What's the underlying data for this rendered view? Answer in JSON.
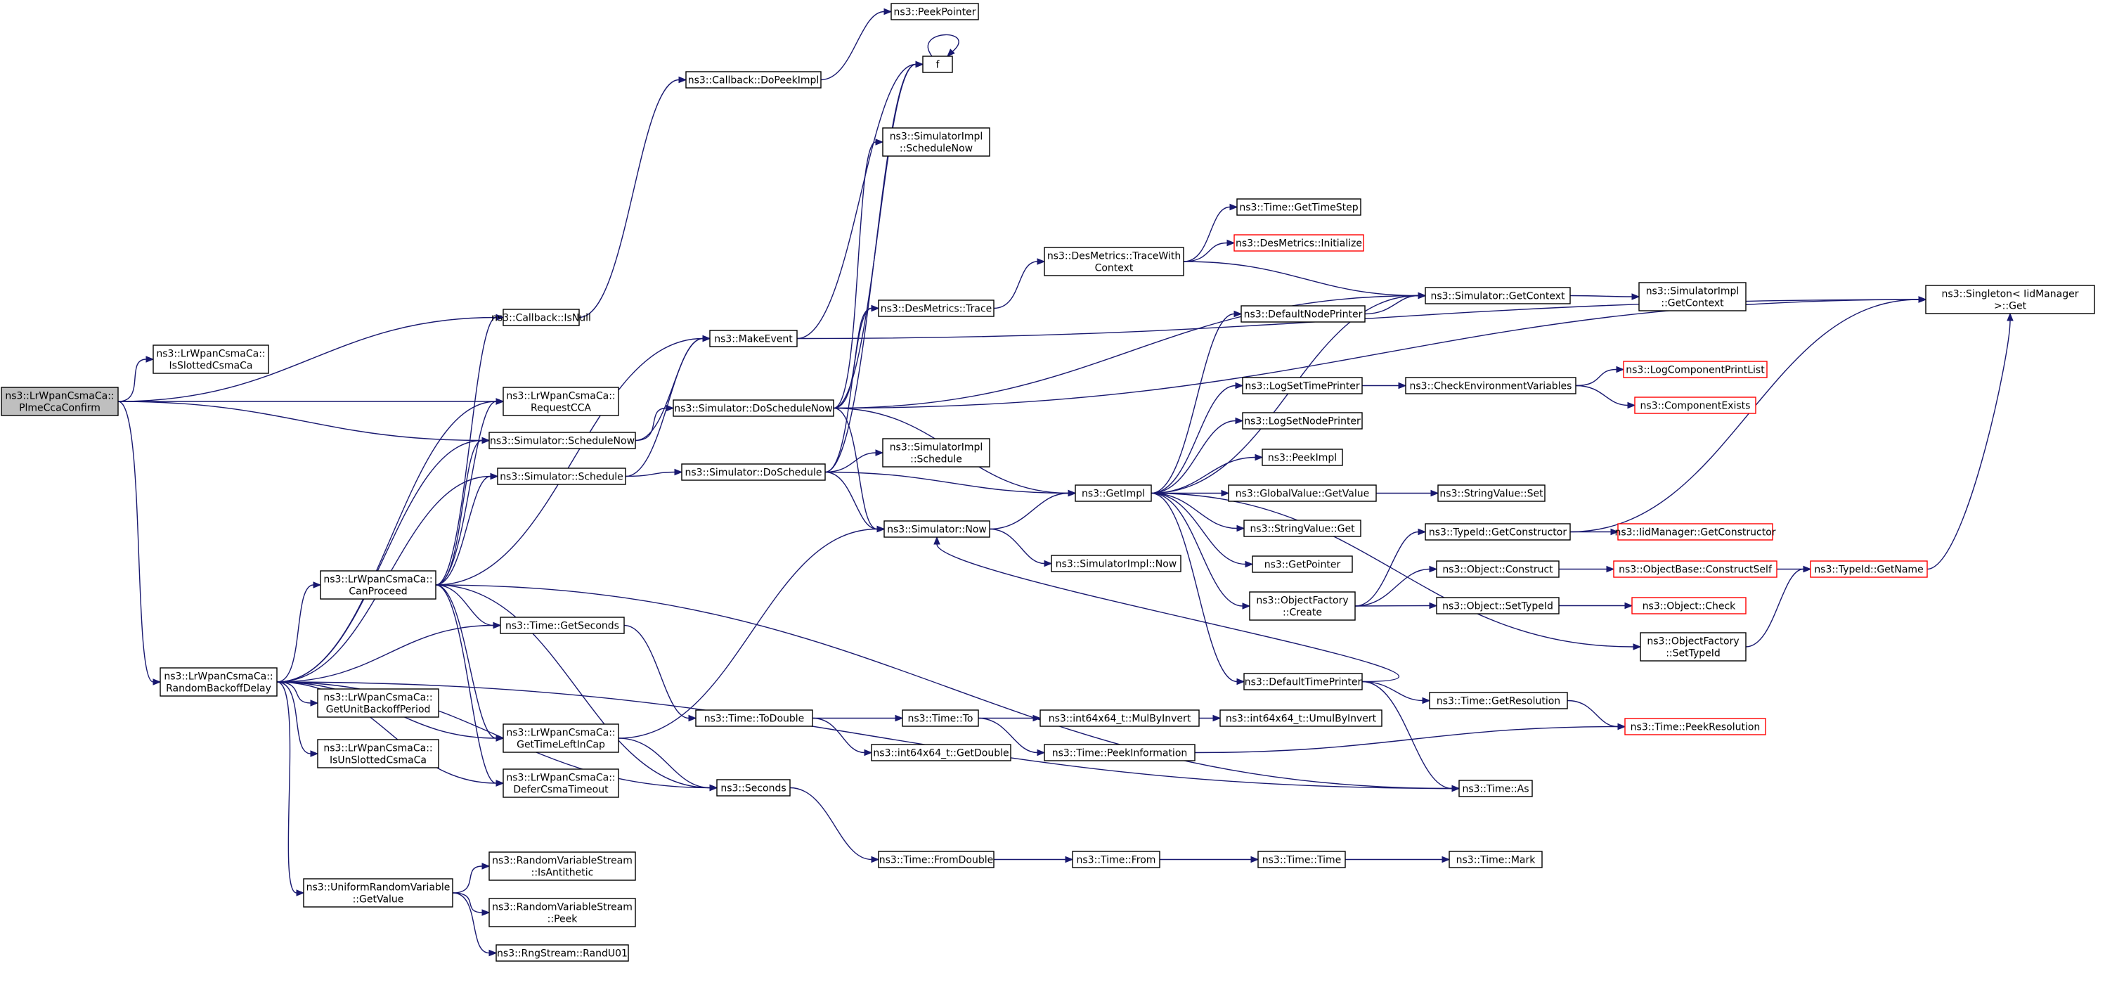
{
  "diagram": {
    "type": "call-graph",
    "colors": {
      "edge": "#191970",
      "root_fill": "#bfbfbf",
      "node_border": "#000000",
      "truncated_border": "#ff0000"
    },
    "nodes": {
      "root": {
        "lines": [
          "ns3::LrWpanCsmaCa::",
          "PlmeCcaConfirm"
        ],
        "style": "root"
      },
      "isNull": {
        "lines": [
          "ns3::Callback::IsNull"
        ],
        "style": "normal"
      },
      "isSlotted": {
        "lines": [
          "ns3::LrWpanCsmaCa::",
          "IsSlottedCsmaCa"
        ],
        "style": "normal"
      },
      "requestCCA": {
        "lines": [
          "ns3::LrWpanCsmaCa::",
          "RequestCCA"
        ],
        "style": "normal"
      },
      "scheduleNow": {
        "lines": [
          "ns3::Simulator::ScheduleNow"
        ],
        "style": "normal"
      },
      "randomBackoff": {
        "lines": [
          "ns3::LrWpanCsmaCa::",
          "RandomBackoffDelay"
        ],
        "style": "normal"
      },
      "makeEvent": {
        "lines": [
          "ns3::MakeEvent"
        ],
        "style": "normal"
      },
      "schedule": {
        "lines": [
          "ns3::Simulator::Schedule"
        ],
        "style": "normal"
      },
      "canProceed": {
        "lines": [
          "ns3::LrWpanCsmaCa::",
          "CanProceed"
        ],
        "style": "normal"
      },
      "timeGetSeconds": {
        "lines": [
          "ns3::Time::GetSeconds"
        ],
        "style": "normal"
      },
      "getUnitBackoff": {
        "lines": [
          "ns3::LrWpanCsmaCa::",
          "GetUnitBackoffPeriod"
        ],
        "style": "normal"
      },
      "getTimeLeft": {
        "lines": [
          "ns3::LrWpanCsmaCa::",
          "GetTimeLeftInCap"
        ],
        "style": "normal"
      },
      "isUnSlotted": {
        "lines": [
          "ns3::LrWpanCsmaCa::",
          "IsUnSlottedCsmaCa"
        ],
        "style": "normal"
      },
      "deferCsma": {
        "lines": [
          "ns3::LrWpanCsmaCa::",
          "DeferCsmaTimeout"
        ],
        "style": "normal"
      },
      "seconds": {
        "lines": [
          "ns3::Seconds"
        ],
        "style": "normal"
      },
      "uniformGetValue": {
        "lines": [
          "ns3::UniformRandomVariable",
          "::GetValue"
        ],
        "style": "normal"
      },
      "isAntithetic": {
        "lines": [
          "ns3::RandomVariableStream",
          "::IsAntithetic"
        ],
        "style": "normal"
      },
      "rvsPeek": {
        "lines": [
          "ns3::RandomVariableStream",
          "::Peek"
        ],
        "style": "normal"
      },
      "randU01": {
        "lines": [
          "ns3::RngStream::RandU01"
        ],
        "style": "normal"
      },
      "peekPointer": {
        "lines": [
          "ns3::PeekPointer"
        ],
        "style": "normal"
      },
      "doPeekImpl": {
        "lines": [
          "ns3::Callback::DoPeekImpl"
        ],
        "style": "normal"
      },
      "f": {
        "lines": [
          "f"
        ],
        "style": "normal"
      },
      "simImplScheduleNow": {
        "lines": [
          "ns3::SimulatorImpl",
          "::ScheduleNow"
        ],
        "style": "normal"
      },
      "desTrace": {
        "lines": [
          "ns3::DesMetrics::Trace"
        ],
        "style": "normal"
      },
      "doScheduleNow": {
        "lines": [
          "ns3::Simulator::DoScheduleNow"
        ],
        "style": "normal"
      },
      "simImplSchedule": {
        "lines": [
          "ns3::SimulatorImpl",
          "::Schedule"
        ],
        "style": "normal"
      },
      "doSchedule": {
        "lines": [
          "ns3::Simulator::DoSchedule"
        ],
        "style": "normal"
      },
      "simNow": {
        "lines": [
          "ns3::Simulator::Now"
        ],
        "style": "normal"
      },
      "toDouble": {
        "lines": [
          "ns3::Time::ToDouble"
        ],
        "style": "normal"
      },
      "fromDouble": {
        "lines": [
          "ns3::Time::FromDouble"
        ],
        "style": "normal"
      },
      "timeTo": {
        "lines": [
          "ns3::Time::To"
        ],
        "style": "normal"
      },
      "int64GetDouble": {
        "lines": [
          "ns3::int64x64_t::GetDouble"
        ],
        "style": "normal"
      },
      "simImplNow": {
        "lines": [
          "ns3::SimulatorImpl::Now"
        ],
        "style": "normal"
      },
      "getImpl": {
        "lines": [
          "ns3::GetImpl"
        ],
        "style": "normal"
      },
      "traceWithContext": {
        "lines": [
          "ns3::DesMetrics::TraceWith",
          "Context"
        ],
        "style": "normal"
      },
      "getTimeStep": {
        "lines": [
          "ns3::Time::GetTimeStep"
        ],
        "style": "normal"
      },
      "desInitialize": {
        "lines": [
          "ns3::DesMetrics::Initialize"
        ],
        "style": "truncated"
      },
      "getContext": {
        "lines": [
          "ns3::Simulator::GetContext"
        ],
        "style": "normal"
      },
      "simImplGetContext": {
        "lines": [
          "ns3::SimulatorImpl",
          "::GetContext"
        ],
        "style": "normal"
      },
      "defaultNodePrinter": {
        "lines": [
          "ns3::DefaultNodePrinter"
        ],
        "style": "normal"
      },
      "logSetTimePrinter": {
        "lines": [
          "ns3::LogSetTimePrinter"
        ],
        "style": "normal"
      },
      "checkEnv": {
        "lines": [
          "ns3::CheckEnvironmentVariables"
        ],
        "style": "normal"
      },
      "logComponentPrintList": {
        "lines": [
          "ns3::LogComponentPrintList"
        ],
        "style": "truncated"
      },
      "componentExists": {
        "lines": [
          "ns3::ComponentExists"
        ],
        "style": "truncated"
      },
      "logSetNodePrinter": {
        "lines": [
          "ns3::LogSetNodePrinter"
        ],
        "style": "normal"
      },
      "peekImpl": {
        "lines": [
          "ns3::PeekImpl"
        ],
        "style": "normal"
      },
      "globalGetValue": {
        "lines": [
          "ns3::GlobalValue::GetValue"
        ],
        "style": "normal"
      },
      "stringValueSet": {
        "lines": [
          "ns3::StringValue::Set"
        ],
        "style": "normal"
      },
      "stringValueGet": {
        "lines": [
          "ns3::StringValue::Get"
        ],
        "style": "normal"
      },
      "getPointer": {
        "lines": [
          "ns3::GetPointer"
        ],
        "style": "normal"
      },
      "objectFactoryCreate": {
        "lines": [
          "ns3::ObjectFactory",
          "::Create"
        ],
        "style": "normal"
      },
      "typeIdGetConstructor": {
        "lines": [
          "ns3::TypeId::GetConstructor"
        ],
        "style": "normal"
      },
      "iidManagerGetConstructor": {
        "lines": [
          "ns3::IidManager::GetConstructor"
        ],
        "style": "truncated"
      },
      "objectConstruct": {
        "lines": [
          "ns3::Object::Construct"
        ],
        "style": "normal"
      },
      "constructSelf": {
        "lines": [
          "ns3::ObjectBase::ConstructSelf"
        ],
        "style": "truncated"
      },
      "typeIdGetName": {
        "lines": [
          "ns3::TypeId::GetName"
        ],
        "style": "truncated"
      },
      "objectSetTypeId": {
        "lines": [
          "ns3::Object::SetTypeId"
        ],
        "style": "normal"
      },
      "objectCheck": {
        "lines": [
          "ns3::Object::Check"
        ],
        "style": "truncated"
      },
      "objectFactorySetTypeId": {
        "lines": [
          "ns3::ObjectFactory",
          "::SetTypeId"
        ],
        "style": "normal"
      },
      "defaultTimePrinter": {
        "lines": [
          "ns3::DefaultTimePrinter"
        ],
        "style": "normal"
      },
      "getResolution": {
        "lines": [
          "ns3::Time::GetResolution"
        ],
        "style": "normal"
      },
      "peekResolution": {
        "lines": [
          "ns3::Time::PeekResolution"
        ],
        "style": "truncated"
      },
      "mulByInvert": {
        "lines": [
          "ns3::int64x64_t::MulByInvert"
        ],
        "style": "normal"
      },
      "umulByInvert": {
        "lines": [
          "ns3::int64x64_t::UmulByInvert"
        ],
        "style": "normal"
      },
      "peekInformation": {
        "lines": [
          "ns3::Time::PeekInformation"
        ],
        "style": "normal"
      },
      "timeAs": {
        "lines": [
          "ns3::Time::As"
        ],
        "style": "normal"
      },
      "timeFrom": {
        "lines": [
          "ns3::Time::From"
        ],
        "style": "normal"
      },
      "timeTime": {
        "lines": [
          "ns3::Time::Time"
        ],
        "style": "normal"
      },
      "timeMark": {
        "lines": [
          "ns3::Time::Mark"
        ],
        "style": "normal"
      },
      "singletonGet": {
        "lines": [
          "ns3::Singleton< IidManager",
          " >::Get"
        ],
        "style": "normal"
      }
    },
    "edges": [
      [
        "root",
        "isNull"
      ],
      [
        "root",
        "isSlotted"
      ],
      [
        "root",
        "requestCCA"
      ],
      [
        "root",
        "scheduleNow"
      ],
      [
        "root",
        "randomBackoff"
      ],
      [
        "isNull",
        "doPeekImpl"
      ],
      [
        "doPeekImpl",
        "peekPointer"
      ],
      [
        "scheduleNow",
        "makeEvent"
      ],
      [
        "scheduleNow",
        "doScheduleNow"
      ],
      [
        "schedule",
        "makeEvent"
      ],
      [
        "schedule",
        "doSchedule"
      ],
      [
        "makeEvent",
        "f"
      ],
      [
        "f",
        "f"
      ],
      [
        "randomBackoff",
        "canProceed"
      ],
      [
        "randomBackoff",
        "requestCCA"
      ],
      [
        "randomBackoff",
        "scheduleNow"
      ],
      [
        "randomBackoff",
        "schedule"
      ],
      [
        "randomBackoff",
        "timeGetSeconds"
      ],
      [
        "randomBackoff",
        "getUnitBackoff"
      ],
      [
        "randomBackoff",
        "getTimeLeft"
      ],
      [
        "randomBackoff",
        "isUnSlotted"
      ],
      [
        "randomBackoff",
        "deferCsma"
      ],
      [
        "randomBackoff",
        "seconds"
      ],
      [
        "randomBackoff",
        "uniformGetValue"
      ],
      [
        "randomBackoff",
        "timeAs"
      ],
      [
        "canProceed",
        "isNull"
      ],
      [
        "canProceed",
        "makeEvent"
      ],
      [
        "canProceed",
        "requestCCA"
      ],
      [
        "canProceed",
        "scheduleNow"
      ],
      [
        "canProceed",
        "schedule"
      ],
      [
        "canProceed",
        "timeGetSeconds"
      ],
      [
        "canProceed",
        "getTimeLeft"
      ],
      [
        "canProceed",
        "deferCsma"
      ],
      [
        "canProceed",
        "seconds"
      ],
      [
        "canProceed",
        "timeAs"
      ],
      [
        "getTimeLeft",
        "simNow"
      ],
      [
        "getTimeLeft",
        "seconds"
      ],
      [
        "uniformGetValue",
        "isAntithetic"
      ],
      [
        "uniformGetValue",
        "rvsPeek"
      ],
      [
        "uniformGetValue",
        "randU01"
      ],
      [
        "timeGetSeconds",
        "toDouble"
      ],
      [
        "seconds",
        "fromDouble"
      ],
      [
        "doScheduleNow",
        "f"
      ],
      [
        "doScheduleNow",
        "simImplScheduleNow"
      ],
      [
        "doScheduleNow",
        "desTrace"
      ],
      [
        "doScheduleNow",
        "getContext"
      ],
      [
        "doScheduleNow",
        "singletonGet"
      ],
      [
        "doScheduleNow",
        "getImpl"
      ],
      [
        "doScheduleNow",
        "simNow"
      ],
      [
        "doSchedule",
        "f"
      ],
      [
        "doSchedule",
        "desTrace"
      ],
      [
        "doSchedule",
        "simImplSchedule"
      ],
      [
        "doSchedule",
        "getImpl"
      ],
      [
        "doSchedule",
        "simNow"
      ],
      [
        "desTrace",
        "traceWithContext"
      ],
      [
        "traceWithContext",
        "getTimeStep"
      ],
      [
        "traceWithContext",
        "desInitialize"
      ],
      [
        "traceWithContext",
        "getContext"
      ],
      [
        "getContext",
        "simImplGetContext"
      ],
      [
        "simNow",
        "getImpl"
      ],
      [
        "simNow",
        "simImplNow"
      ],
      [
        "getImpl",
        "defaultNodePrinter"
      ],
      [
        "getImpl",
        "getContext"
      ],
      [
        "getImpl",
        "logSetTimePrinter"
      ],
      [
        "getImpl",
        "logSetNodePrinter"
      ],
      [
        "getImpl",
        "peekImpl"
      ],
      [
        "getImpl",
        "globalGetValue"
      ],
      [
        "getImpl",
        "stringValueGet"
      ],
      [
        "getImpl",
        "getPointer"
      ],
      [
        "getImpl",
        "objectFactoryCreate"
      ],
      [
        "getImpl",
        "objectFactorySetTypeId"
      ],
      [
        "getImpl",
        "defaultTimePrinter"
      ],
      [
        "defaultNodePrinter",
        "getContext"
      ],
      [
        "logSetTimePrinter",
        "checkEnv"
      ],
      [
        "checkEnv",
        "logComponentPrintList"
      ],
      [
        "checkEnv",
        "componentExists"
      ],
      [
        "globalGetValue",
        "stringValueSet"
      ],
      [
        "objectFactoryCreate",
        "typeIdGetConstructor"
      ],
      [
        "objectFactoryCreate",
        "objectConstruct"
      ],
      [
        "objectFactoryCreate",
        "objectSetTypeId"
      ],
      [
        "typeIdGetConstructor",
        "iidManagerGetConstructor"
      ],
      [
        "typeIdGetConstructor",
        "singletonGet"
      ],
      [
        "objectConstruct",
        "constructSelf"
      ],
      [
        "constructSelf",
        "typeIdGetName"
      ],
      [
        "typeIdGetName",
        "singletonGet"
      ],
      [
        "objectSetTypeId",
        "objectCheck"
      ],
      [
        "objectFactorySetTypeId",
        "typeIdGetName"
      ],
      [
        "defaultTimePrinter",
        "simNow"
      ],
      [
        "defaultTimePrinter",
        "getResolution"
      ],
      [
        "defaultTimePrinter",
        "timeAs"
      ],
      [
        "getResolution",
        "peekResolution"
      ],
      [
        "toDouble",
        "timeTo"
      ],
      [
        "toDouble",
        "int64GetDouble"
      ],
      [
        "timeTo",
        "mulByInvert"
      ],
      [
        "timeTo",
        "peekInformation"
      ],
      [
        "mulByInvert",
        "umulByInvert"
      ],
      [
        "peekInformation",
        "peekResolution"
      ],
      [
        "fromDouble",
        "timeFrom"
      ],
      [
        "timeFrom",
        "timeTime"
      ],
      [
        "timeTime",
        "timeMark"
      ],
      [
        "makeEvent",
        "singletonGet"
      ]
    ]
  }
}
